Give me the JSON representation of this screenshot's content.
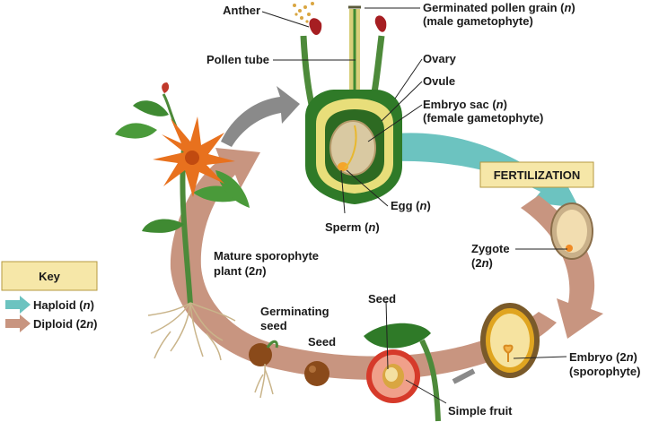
{
  "colors": {
    "haploid": "#6cc3c0",
    "diploid": "#c89580",
    "key_box": "#f6e7a8",
    "fertilization_box": "#f6e7a8"
  },
  "labels": {
    "anther": "Anther",
    "pollen_tube": "Pollen tube",
    "germinated_pollen_grain_1": "Germinated pollen grain (",
    "germinated_pollen_grain_n": "n",
    "germinated_pollen_grain_2": ")",
    "male_gametophyte": "(male gametophyte)",
    "ovary": "Ovary",
    "ovule": "Ovule",
    "embryo_sac_1": "Embryo sac (",
    "embryo_sac_n": "n",
    "embryo_sac_2": ")",
    "female_gametophyte": "(female gametophyte)",
    "egg_1": "Egg (",
    "egg_n": "n",
    "egg_2": ")",
    "sperm_1": "Sperm (",
    "sperm_n": "n",
    "sperm_2": ")",
    "fertilization": "FERTILIZATION",
    "zygote": "Zygote",
    "zygote_ploidy_1": "(2",
    "zygote_ploidy_n": "n",
    "zygote_ploidy_2": ")",
    "mature_sporophyte_1": "Mature sporophyte",
    "mature_sporophyte_2a": "plant (2",
    "mature_sporophyte_2n": "n",
    "mature_sporophyte_2b": ")",
    "germinating_seed_1": "Germinating",
    "germinating_seed_2": "seed",
    "seed_left": "Seed",
    "seed_top": "Seed",
    "embryo_1": "Embryo (2",
    "embryo_n": "n",
    "embryo_2": ")",
    "sporophyte": "(sporophyte)",
    "simple_fruit": "Simple fruit"
  },
  "key": {
    "title": "Key",
    "haploid_1": "Haploid (",
    "haploid_n": "n",
    "haploid_2": ")",
    "diploid_1": "Diploid (2",
    "diploid_n": "n",
    "diploid_2": ")"
  }
}
